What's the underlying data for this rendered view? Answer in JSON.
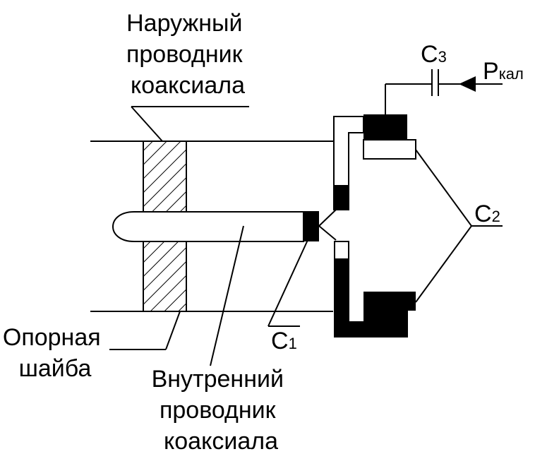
{
  "labels": {
    "outer_conductor": [
      "Наружный",
      "проводник",
      "коаксиала"
    ],
    "inner_conductor": [
      "Внутренний",
      "проводник",
      "коаксиала"
    ],
    "support_washer": [
      "Опорная",
      "шайба"
    ],
    "c1": {
      "main": "С",
      "sub": "1"
    },
    "c2": {
      "main": "С",
      "sub": "2"
    },
    "c3": {
      "main": "С",
      "sub": "3"
    },
    "pkal": {
      "main": "Р",
      "sub": "кал"
    }
  },
  "colors": {
    "line": "#000000",
    "fill": "#000000",
    "background": "#ffffff"
  }
}
